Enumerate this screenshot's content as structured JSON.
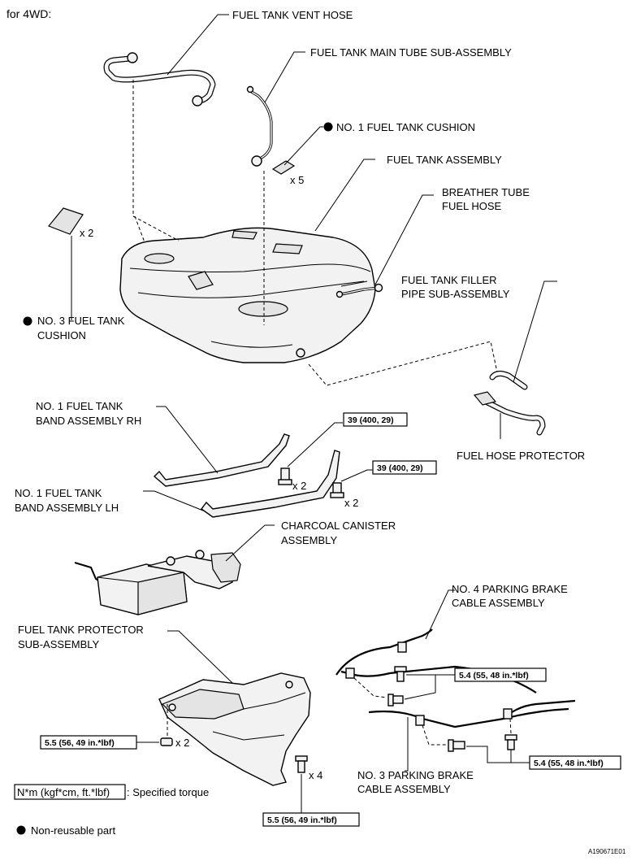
{
  "header": {
    "variant": "for 4WD:"
  },
  "labels": {
    "vent_hose": "FUEL TANK VENT HOSE",
    "main_tube": "FUEL TANK MAIN TUBE SUB-ASSEMBLY",
    "cushion1": "NO. 1 FUEL TANK CUSHION",
    "tank": "FUEL TANK ASSEMBLY",
    "breather_1": "BREATHER TUBE",
    "breather_2": "FUEL HOSE",
    "cushion3_1": "NO. 3 FUEL TANK",
    "cushion3_2": "CUSHION",
    "filler_1": "FUEL TANK FILLER",
    "filler_2": "PIPE SUB-ASSEMBLY",
    "band_rh_1": "NO. 1 FUEL TANK",
    "band_rh_2": "BAND ASSEMBLY RH",
    "band_lh_1": "NO. 1 FUEL TANK",
    "band_lh_2": "BAND ASSEMBLY LH",
    "hose_protector": "FUEL HOSE PROTECTOR",
    "canister_1": "CHARCOAL CANISTER",
    "canister_2": "ASSEMBLY",
    "pb4_1": "NO. 4 PARKING BRAKE",
    "pb4_2": "CABLE ASSEMBLY",
    "protector_1": "FUEL TANK PROTECTOR",
    "protector_2": "SUB-ASSEMBLY",
    "pb3_1": "NO. 3 PARKING BRAKE",
    "pb3_2": "CABLE ASSEMBLY"
  },
  "quantities": {
    "cushion1_qty": "x 5",
    "cushion3_qty": "x 2",
    "band_rh_bolt_qty": "x 2",
    "band_lh_bolt_qty": "x 2",
    "protector_nut_qty": "x 2",
    "protector_bolt_qty": "x 4"
  },
  "torques": {
    "band_rh": "39 (400, 29)",
    "band_lh": "39 (400, 29)",
    "parking_brake_4": "5.4 (55, 48 in.*lbf)",
    "parking_brake_3": "5.4 (55, 48 in.*lbf)",
    "protector_nut": "5.5 (56, 49 in.*lbf)",
    "protector_bolt": "5.5 (56, 49 in.*lbf)"
  },
  "legend": {
    "torque_unit": "N*m (kgf*cm, ft.*lbf)",
    "torque_desc": ": Specified torque",
    "non_reusable": "Non-reusable part"
  },
  "figure_id": "A190671E01"
}
